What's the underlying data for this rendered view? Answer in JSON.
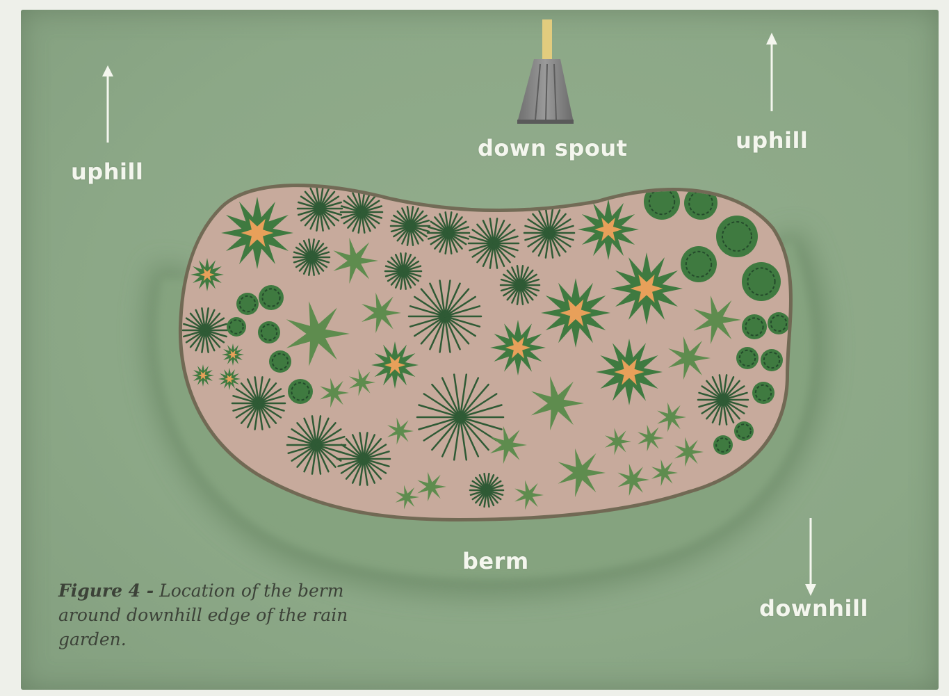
{
  "labels": {
    "down_spout": "down spout",
    "uphill_left": "uphill",
    "uphill_right": "uphill",
    "berm": "berm",
    "downhill": "downhill"
  },
  "caption": {
    "figure": "Figure 4 -",
    "text": "Location of the berm around downhill edge of the rain garden."
  },
  "colors": {
    "lawn": "#8ca887",
    "berm": "#7f9c78",
    "garden_soil": "#c7aa9c",
    "garden_edge": "#7a6a55",
    "plant_dark": "#2f5a35",
    "plant_mid": "#3f7a40",
    "plant_light": "#5e8c4e",
    "flower": "#e8a05a",
    "label_text": "#f4f6ee",
    "caption_text": "#3c4238"
  }
}
